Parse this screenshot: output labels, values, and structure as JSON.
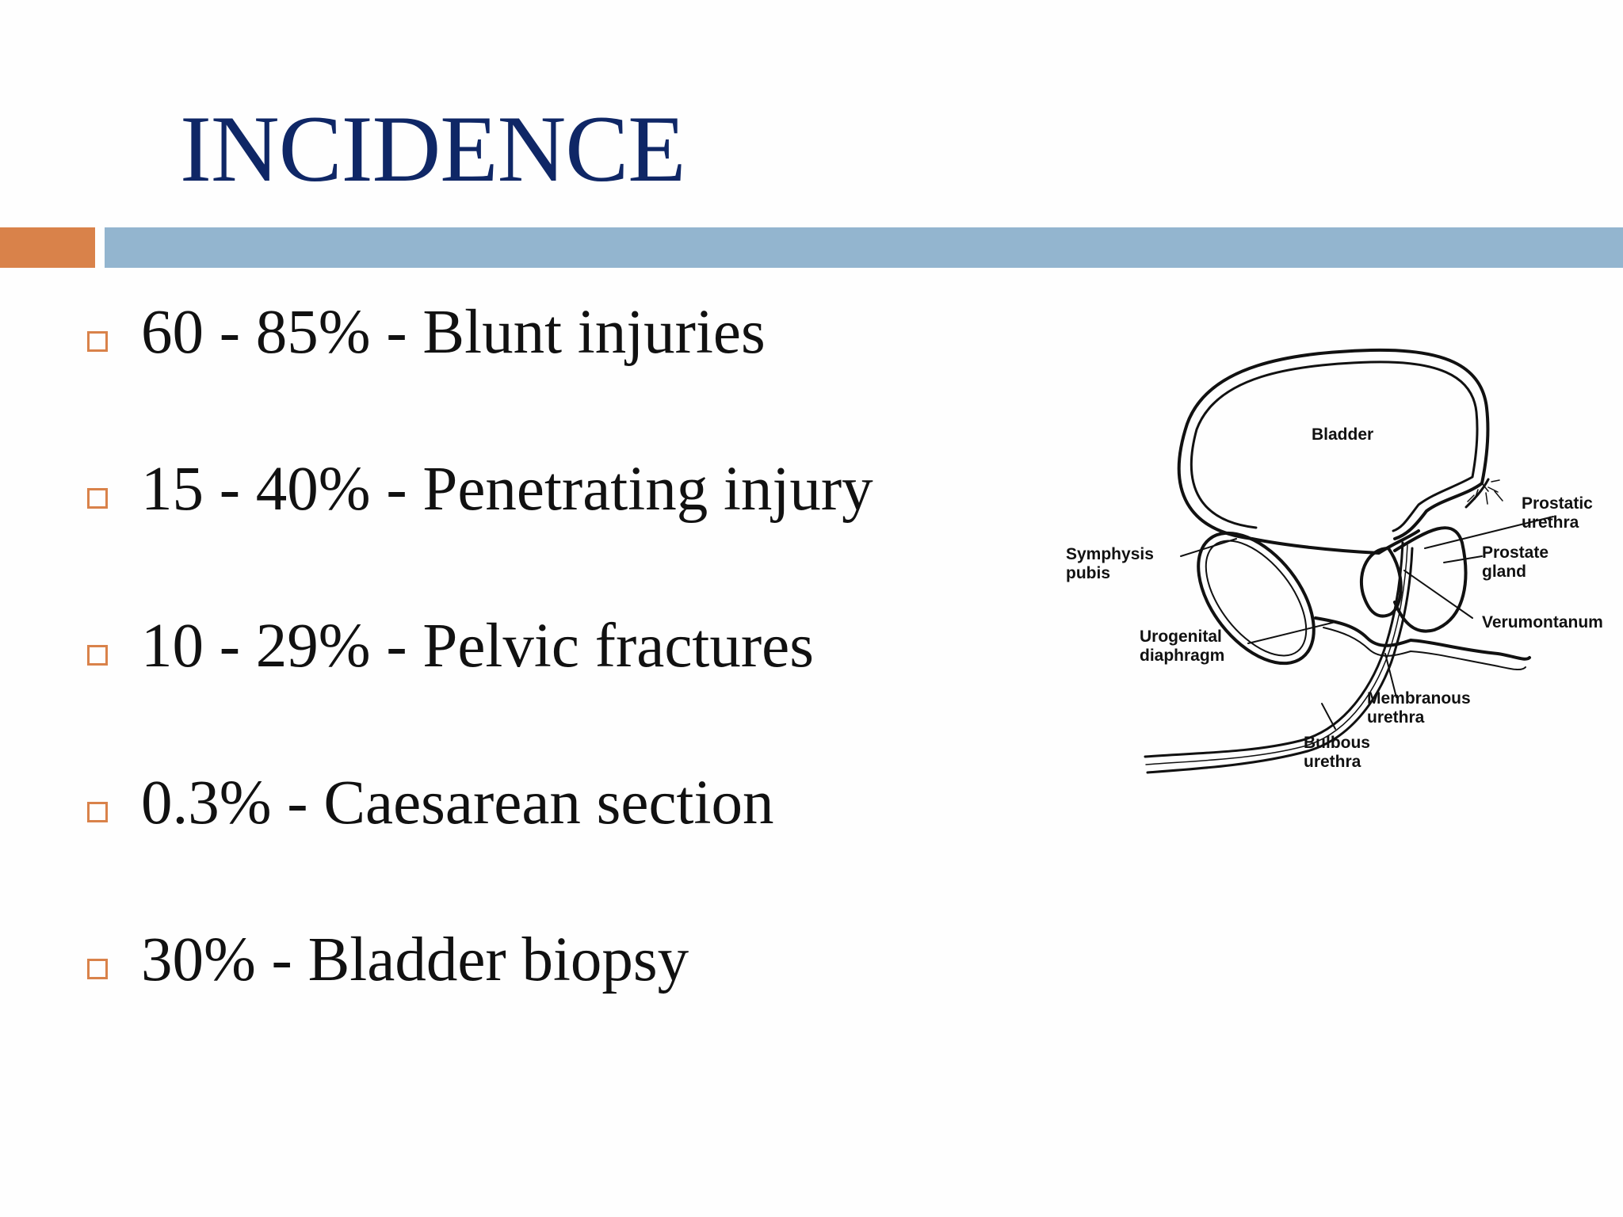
{
  "slide": {
    "title": "INCIDENCE",
    "colors": {
      "title": "#0f2766",
      "accent_bar": "#d9824a",
      "main_bar": "#93b5cf",
      "bullet_box": "#d9824a"
    },
    "bullet_icon": "hollow-square-icon",
    "bullets": [
      "60 - 85% - Blunt injuries",
      "15 - 40% - Penetrating injury",
      "10 - 29% - Pelvic fractures",
      "0.3% - Caesarean section",
      "30% - Bladder biopsy"
    ]
  },
  "diagram": {
    "labels": {
      "bladder": "Bladder",
      "prostatic_urethra_1": "Prostatic",
      "prostatic_urethra_2": "urethra",
      "prostate_gland_1": "Prostate",
      "prostate_gland_2": "gland",
      "symphysis_pubis_1": "Symphysis",
      "symphysis_pubis_2": "pubis",
      "verumontanum": "Verumontanum",
      "urogenital_diaphragm_1": "Urogenital",
      "urogenital_diaphragm_2": "diaphragm",
      "membranous_urethra_1": "Membranous",
      "membranous_urethra_2": "urethra",
      "bulbous_urethra_1": "Bulbous",
      "bulbous_urethra_2": "urethra"
    }
  }
}
